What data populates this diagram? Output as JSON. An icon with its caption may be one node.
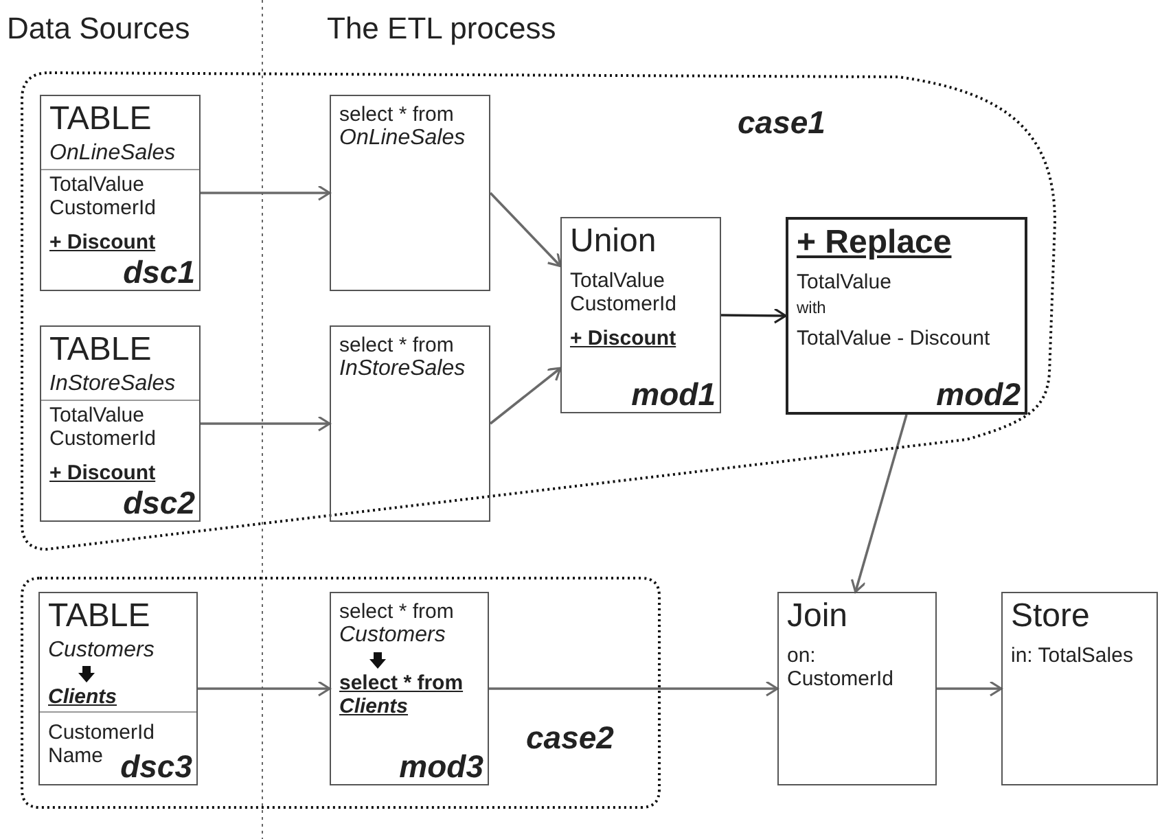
{
  "diagram": {
    "nodes": [
      {
        "text": [
          "case1"
        ]
      },
      {
        "text": [
          "TABLE",
          "OnLineSales",
          "TotalValue CustomerId",
          "+ Discount",
          "dsc1"
        ],
        "in": 0
      },
      {
        "text": [
          "select * from",
          "OnLineSales"
        ],
        "in": 0
      },
      {
        "text": [
          "Union",
          "TotalValue CustomerId",
          "+ Discount",
          "mod1"
        ],
        "in": 0
      },
      {
        "text": [
          "+ Replace",
          "TotalValue",
          "with",
          "TotalValue - Discount",
          "mod2"
        ],
        "in": 0
      },
      {
        "text": [
          "TABLE",
          "InStoreSales",
          "TotalValue CustomerId",
          "+ Discount",
          "dsc2"
        ],
        "in": 0
      },
      {
        "text": [
          "select * from",
          "InStoreSales"
        ],
        "in": 0
      },
      {
        "text": [
          "case2"
        ]
      },
      {
        "text": [
          "TABLE",
          "Customers",
          "Clients",
          "CustomerId Name",
          "dsc3"
        ],
        "in": 7
      },
      {
        "text": [
          "select * from",
          "Customers",
          "select * from *Clients*",
          "mod3"
        ],
        "in": 7
      },
      {
        "text": [
          "Join",
          "on: CustomerId"
        ]
      },
      {
        "text": [
          "Store",
          "in: TotalSales"
        ]
      }
    ],
    "edges": [
      {
        "from": 1,
        "to": 2,
        "arrow": "to"
      },
      {
        "from": 5,
        "to": 6,
        "arrow": "to"
      },
      {
        "from": 2,
        "to": 3,
        "arrow": "to"
      },
      {
        "from": 6,
        "to": 3,
        "arrow": "to"
      },
      {
        "from": 3,
        "to": 4,
        "arrow": "to",
        "color": "#222222"
      },
      {
        "from": 4,
        "to": 10,
        "arrow": "to"
      },
      {
        "from": 8,
        "to": 9,
        "arrow": "to"
      },
      {
        "from": 9,
        "to": 10,
        "arrow": "to"
      },
      {
        "from": 10,
        "to": 11,
        "arrow": "to"
      }
    ],
    "labels": [
      "Data Sources",
      "The ETL process"
    ]
  }
}
